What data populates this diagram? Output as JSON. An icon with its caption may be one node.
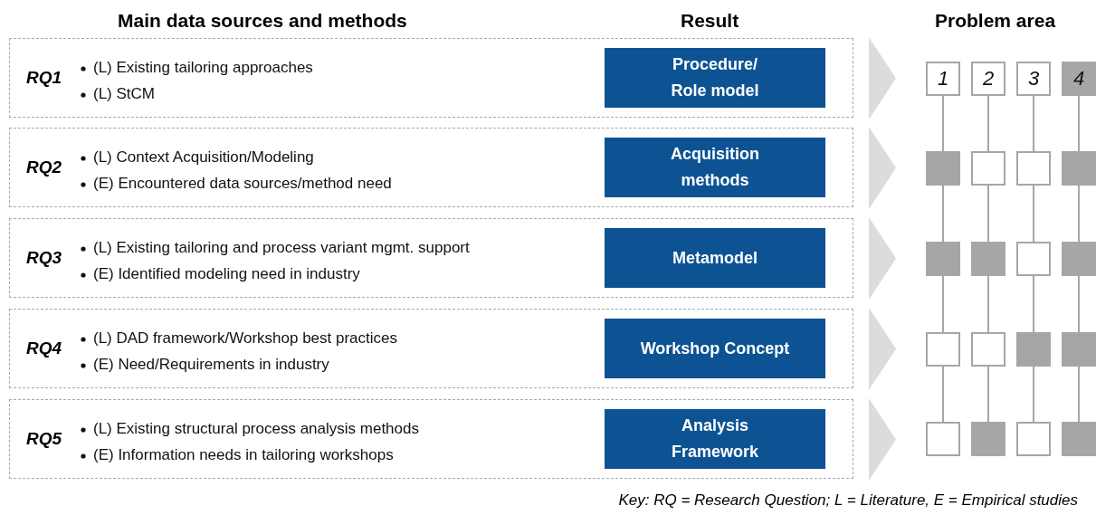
{
  "diagram": {
    "caption": "Key: RQ = Research Question; L = Literature, E = Empirical studies",
    "labels": [
      "Main data sources and methods",
      "Result",
      "Problem area"
    ],
    "nodes": [
      {
        "text": [
          "RQ1",
          "(L) Existing tailoring approaches",
          "(L) StCM"
        ]
      },
      {
        "text": [
          "Procedure/ Role model"
        ],
        "in": 0
      },
      {
        "text": [
          "RQ2",
          "(L) Context Acquisition/Modeling",
          "(E) Encountered data sources/method need"
        ]
      },
      {
        "text": [
          "Acquisition methods"
        ],
        "in": 2
      },
      {
        "text": [
          "RQ3",
          "(L) Existing tailoring and process variant mgmt. support",
          "(E) Identified modeling need in industry"
        ]
      },
      {
        "text": [
          "Metamodel"
        ],
        "in": 4
      },
      {
        "text": [
          "RQ4",
          "(L) DAD framework/Workshop best practices",
          "(E) Need/Requirements in industry"
        ]
      },
      {
        "text": [
          "Workshop Concept"
        ],
        "in": 6
      },
      {
        "text": [
          "RQ5",
          "(L) Existing structural process analysis methods",
          "(E) Information needs in tailoring workshops"
        ]
      },
      {
        "text": [
          "Analysis Framework"
        ],
        "in": 8
      },
      {
        "text": [
          "1"
        ]
      },
      {
        "text": [
          "2"
        ]
      },
      {
        "text": [
          "3"
        ]
      },
      {
        "text": [
          "4"
        ]
      },
      {
        "text": [],
        "shape": "box"
      },
      {
        "text": [],
        "shape": "box"
      },
      {
        "text": [],
        "shape": "box"
      },
      {
        "text": [],
        "shape": "box"
      },
      {
        "text": [],
        "shape": "box"
      },
      {
        "text": [],
        "shape": "box"
      },
      {
        "text": [],
        "shape": "box"
      },
      {
        "text": [],
        "shape": "box"
      },
      {
        "text": [],
        "shape": "box"
      },
      {
        "text": [],
        "shape": "box"
      },
      {
        "text": [],
        "shape": "box"
      },
      {
        "text": [],
        "shape": "box"
      },
      {
        "text": [],
        "shape": "box"
      },
      {
        "text": [],
        "shape": "box"
      },
      {
        "text": [],
        "shape": "box"
      },
      {
        "text": [],
        "shape": "box"
      },
      {
        "text": [],
        "shape": "chevron"
      },
      {
        "text": [],
        "shape": "chevron"
      },
      {
        "text": [],
        "shape": "chevron"
      },
      {
        "text": [],
        "shape": "chevron"
      },
      {
        "text": [],
        "shape": "chevron"
      }
    ],
    "edges": [
      {
        "from": 10,
        "to": 14,
        "arrow": "none"
      },
      {
        "from": 11,
        "to": 15,
        "arrow": "none"
      },
      {
        "from": 12,
        "to": 16,
        "arrow": "none"
      },
      {
        "from": 13,
        "to": 17,
        "arrow": "none"
      },
      {
        "from": 14,
        "to": 18,
        "arrow": "none"
      },
      {
        "from": 15,
        "to": 19,
        "arrow": "none"
      },
      {
        "from": 16,
        "to": 20,
        "arrow": "none"
      },
      {
        "from": 17,
        "to": 21,
        "arrow": "none"
      },
      {
        "from": 18,
        "to": 22,
        "arrow": "none"
      },
      {
        "from": 19,
        "to": 23,
        "arrow": "none"
      },
      {
        "from": 20,
        "to": 24,
        "arrow": "none"
      },
      {
        "from": 21,
        "to": 25,
        "arrow": "none"
      },
      {
        "from": 22,
        "to": 26,
        "arrow": "none"
      },
      {
        "from": 23,
        "to": 27,
        "arrow": "none"
      },
      {
        "from": 24,
        "to": 28,
        "arrow": "none"
      },
      {
        "from": 25,
        "to": 29,
        "arrow": "none"
      }
    ]
  }
}
